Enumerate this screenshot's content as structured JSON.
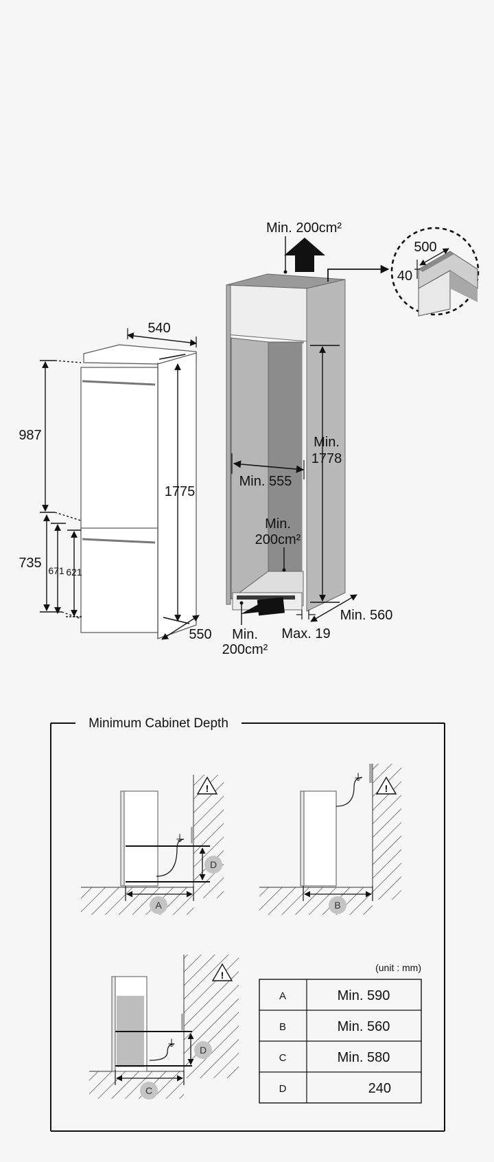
{
  "fridge": {
    "width": "540",
    "depth": "550",
    "height": "1775",
    "upper_door": "987",
    "lower_door": "735",
    "lower_inner_1": "671",
    "lower_inner_2": "621"
  },
  "cabinet": {
    "top_vent_label": "Min. 200cm²",
    "inner_width_label": "Min. 555",
    "inner_height_label_1": "Min.",
    "inner_height_label_2": "1778",
    "rear_vent_label_1": "Min.",
    "rear_vent_label_2": "200cm²",
    "bottom_vent_label_1": "Min.",
    "bottom_vent_label_2": "200cm²",
    "depth_label": "Min. 560",
    "door_thickness_label": "Max. 19"
  },
  "detail": {
    "depth": "500",
    "offset": "40"
  },
  "depth_section": {
    "title": "Minimum Cabinet Depth",
    "unit_label": "(unit : mm)",
    "markers": {
      "A": "A",
      "B": "B",
      "C": "C",
      "D": "D"
    },
    "table": [
      {
        "key": "A",
        "value": "Min. 590"
      },
      {
        "key": "B",
        "value": "Min. 560"
      },
      {
        "key": "C",
        "value": "Min. 580"
      },
      {
        "key": "D",
        "value": "240"
      }
    ]
  },
  "colors": {
    "background": "#f6f6f6",
    "cabinet_side": "#b8b8b8",
    "cabinet_inner": "#8e8e8e",
    "badge": "#c4c4c4"
  }
}
